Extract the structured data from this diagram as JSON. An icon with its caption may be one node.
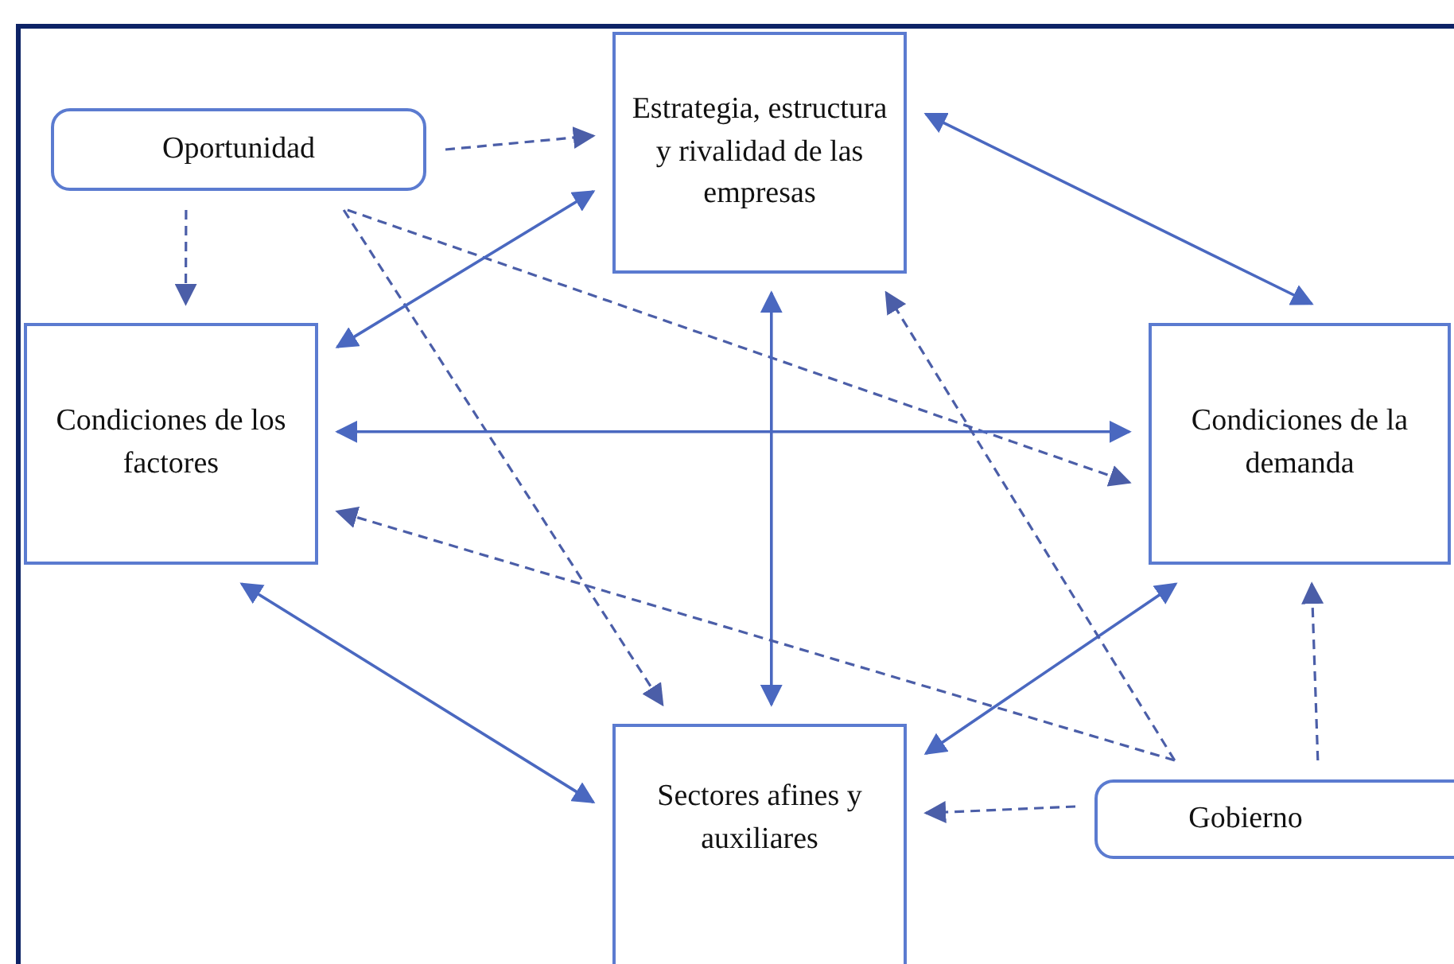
{
  "diagram": {
    "nodes": [
      {
        "text": [
          "Oportunidad"
        ]
      },
      {
        "text": [
          "Estrategia, estructura y rivalidad de las empresas"
        ]
      },
      {
        "text": [
          "Condiciones de los factores"
        ]
      },
      {
        "text": [
          "Condiciones de la demanda"
        ]
      },
      {
        "text": [
          "Sectores afines y auxiliares"
        ]
      },
      {
        "text": [
          "Gobierno"
        ]
      }
    ],
    "edges": [
      {
        "from": 0,
        "to": 1,
        "arrow": "to",
        "style": "dashed"
      },
      {
        "from": 0,
        "to": 2,
        "arrow": "to",
        "style": "dashed"
      },
      {
        "from": 0,
        "to": 4,
        "arrow": "to",
        "style": "dashed"
      },
      {
        "from": 0,
        "to": 3,
        "arrow": "to",
        "style": "dashed"
      },
      {
        "from": 1,
        "to": 2,
        "arrow": "both"
      },
      {
        "from": 1,
        "to": 3,
        "arrow": "both"
      },
      {
        "from": 1,
        "to": 4,
        "arrow": "both"
      },
      {
        "from": 2,
        "to": 3,
        "arrow": "both"
      },
      {
        "from": 2,
        "to": 4,
        "arrow": "both"
      },
      {
        "from": 3,
        "to": 4,
        "arrow": "both"
      },
      {
        "from": 5,
        "to": 1,
        "arrow": "to",
        "style": "dashed"
      },
      {
        "from": 5,
        "to": 2,
        "arrow": "to",
        "style": "dashed"
      },
      {
        "from": 5,
        "to": 4,
        "arrow": "to",
        "style": "dashed"
      },
      {
        "from": 5,
        "to": 3,
        "arrow": "to",
        "style": "dashed"
      }
    ]
  }
}
